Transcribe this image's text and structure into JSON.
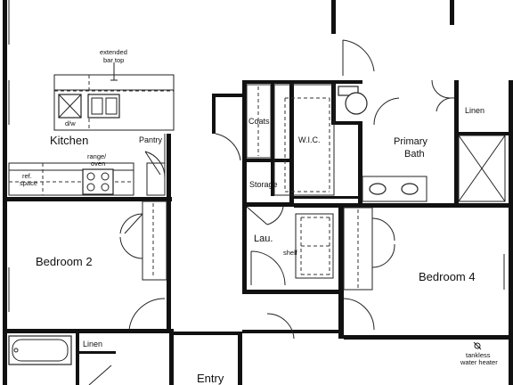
{
  "rooms": {
    "kitchen": "Kitchen",
    "pantry": "Pantry",
    "bedroom_2": "Bedroom 2",
    "coats": "Coats",
    "wic": "W.I.C.",
    "primary_bath_line1": "Primary",
    "primary_bath_line2": "Bath",
    "linen_top": "Linen",
    "storage": "Storage",
    "laundry": "Lau.",
    "bedroom_4": "Bedroom 4",
    "linen_bottom": "Linen",
    "entry": "Entry"
  },
  "notes": {
    "bar_top_line1": "extended",
    "bar_top_line2": "bar top",
    "dishwasher": "d/w",
    "range_line1": "range/",
    "range_line2": "oven",
    "ref_line1": "ref.",
    "ref_line2": "space",
    "shelf": "shelf",
    "water_heater_line1": "tankless",
    "water_heater_line2": "water heater"
  }
}
